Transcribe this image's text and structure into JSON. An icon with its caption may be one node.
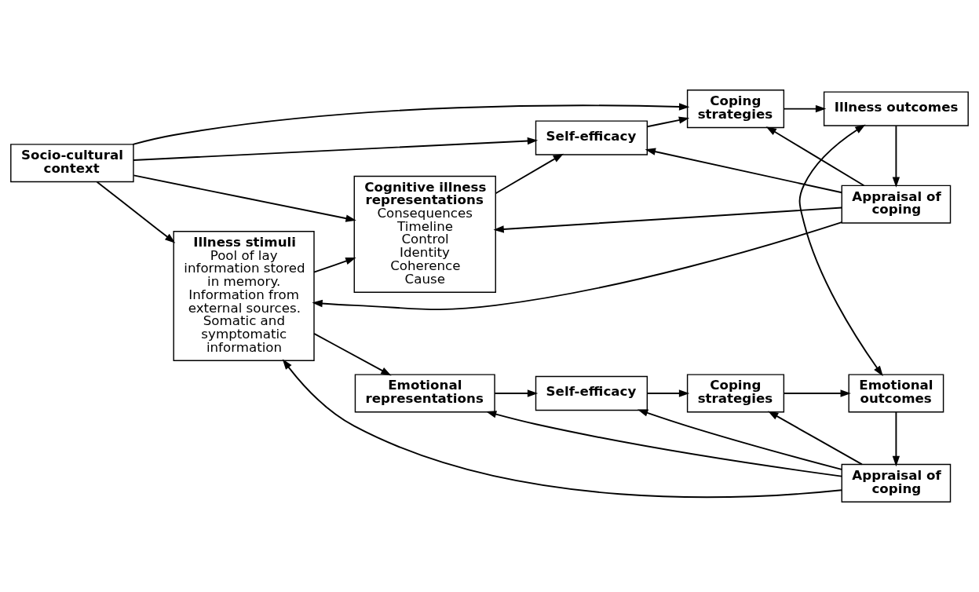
{
  "diagram": {
    "nodes": [
      {
        "text": [
          "Socio-cultural context"
        ]
      },
      {
        "text": [
          "Illness stimuli",
          "Pool of lay information stored in memory. Information from external sources. Somatic and symptomatic information"
        ]
      },
      {
        "text": [
          "Cognitive illness representations",
          "Consequences",
          "Timeline",
          "Control",
          "Identity",
          "Coherence",
          "Cause"
        ]
      },
      {
        "text": [
          "Self-efficacy"
        ]
      },
      {
        "text": [
          "Coping strategies"
        ]
      },
      {
        "text": [
          "Appraisal of coping"
        ]
      },
      {
        "text": [
          "Illness outcomes"
        ]
      },
      {
        "text": [
          "Emotional outcomes"
        ]
      },
      {
        "text": [
          "Emotional representations"
        ]
      },
      {
        "text": [
          "Self-efficacy"
        ]
      },
      {
        "text": [
          "Coping strategies"
        ]
      },
      {
        "text": [
          "Appraisal of coping"
        ]
      }
    ],
    "edges": [
      {
        "from": 0,
        "to": 1,
        "arrow": "to"
      },
      {
        "from": 0,
        "to": 2,
        "arrow": "to"
      },
      {
        "from": 0,
        "to": 3,
        "arrow": "to"
      },
      {
        "from": 0,
        "to": 4,
        "arrow": "to"
      },
      {
        "from": 5,
        "to": 1,
        "arrow": "to"
      },
      {
        "from": 5,
        "to": 2,
        "arrow": "to"
      },
      {
        "from": 5,
        "to": 3,
        "arrow": "to"
      },
      {
        "from": 5,
        "to": 4,
        "arrow": "to"
      },
      {
        "from": 1,
        "to": 2,
        "arrow": "to"
      },
      {
        "from": 1,
        "to": 8,
        "arrow": "to"
      },
      {
        "from": 2,
        "to": 3,
        "arrow": "to"
      },
      {
        "from": 3,
        "to": 4,
        "arrow": "to"
      },
      {
        "from": 4,
        "to": 6,
        "arrow": "to"
      },
      {
        "from": 6,
        "to": 5,
        "arrow": "to"
      },
      {
        "from": 6,
        "to": 7,
        "arrow": "both"
      },
      {
        "from": 8,
        "to": 9,
        "arrow": "to"
      },
      {
        "from": 9,
        "to": 10,
        "arrow": "to"
      },
      {
        "from": 10,
        "to": 7,
        "arrow": "to"
      },
      {
        "from": 7,
        "to": 11,
        "arrow": "to"
      },
      {
        "from": 11,
        "to": 1,
        "arrow": "to"
      },
      {
        "from": 11,
        "to": 8,
        "arrow": "to"
      },
      {
        "from": 11,
        "to": 9,
        "arrow": "to"
      },
      {
        "from": 11,
        "to": 10,
        "arrow": "to"
      }
    ]
  }
}
